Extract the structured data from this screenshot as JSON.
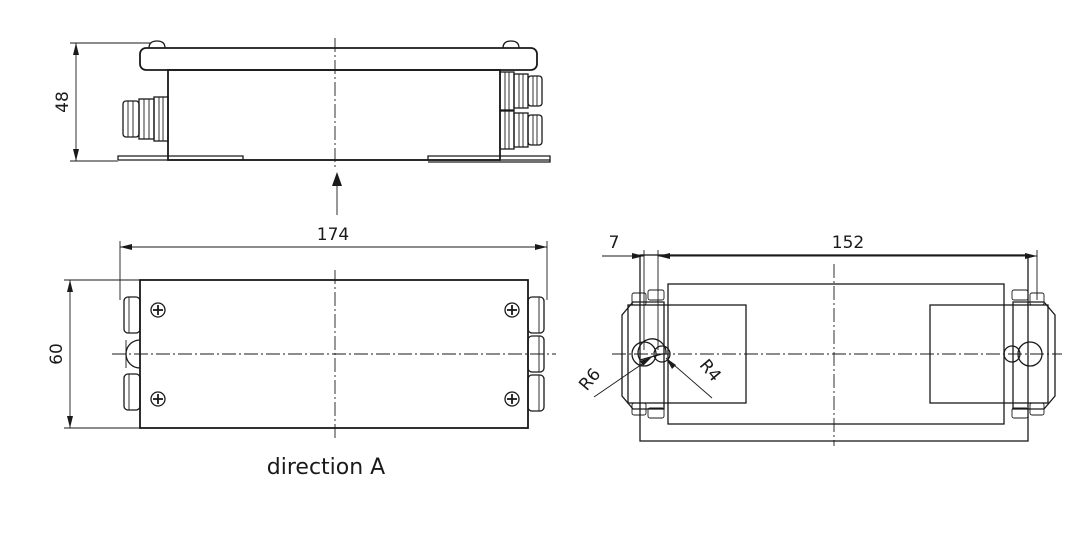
{
  "dimensions": {
    "height_side": "48",
    "length_top": "174",
    "width_top": "60",
    "offset_bottom": "7",
    "length_bottom": "152",
    "radius_large": "R6",
    "radius_small": "R4"
  },
  "caption": "direction A"
}
